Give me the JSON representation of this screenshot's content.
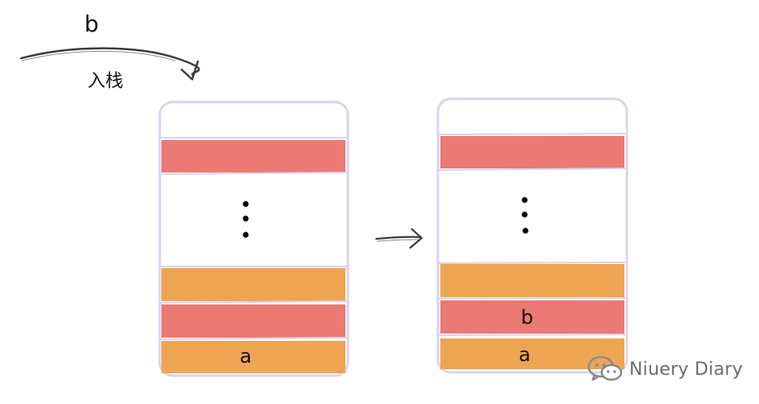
{
  "diagram": {
    "incoming_element": "b",
    "push_label": "入栈",
    "left_stack": {
      "bottom_label": "a"
    },
    "right_stack": {
      "second_label": "b",
      "bottom_label": "a"
    },
    "watermark_text": "Niuery Diary"
  },
  "colors": {
    "red": "#ea7a73",
    "orange": "#eea553",
    "outline": "#d9d3f0",
    "arrow": "#3a3a3a",
    "dot": "#000000"
  }
}
